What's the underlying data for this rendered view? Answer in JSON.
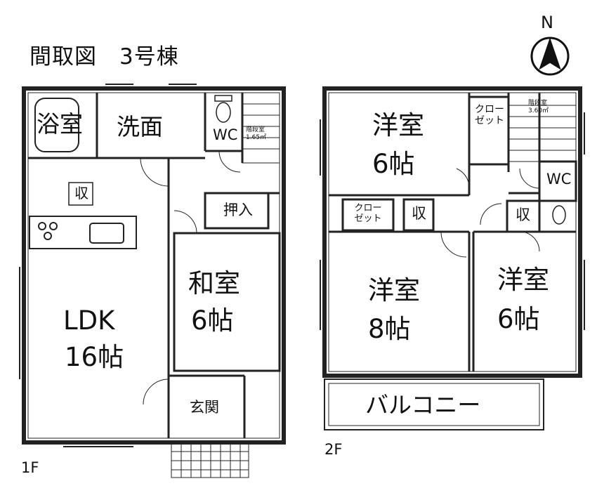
{
  "title": "間取図　3号棟",
  "compass": {
    "label": "N",
    "icon": "north-arrow-icon"
  },
  "floor1": {
    "label": "1F",
    "rooms": {
      "bath": "浴室",
      "washroom": "洗面",
      "wc": "WC",
      "stairs_storage": "階段室\n1.65㎡",
      "kitchen_storage": "収",
      "oshiire": "押入",
      "washitsu_name": "和室",
      "washitsu_size": "6帖",
      "ldk_name": "LDK",
      "ldk_size": "16帖",
      "genkan": "玄関"
    }
  },
  "floor2": {
    "label": "2F",
    "rooms": {
      "youshitsu_a_name": "洋室",
      "youshitsu_a_size": "6帖",
      "closet_a": "クロー\nゼット",
      "stairs_storage": "階段室\n3.60㎡",
      "wc": "WC",
      "closet_b": "クロー\nゼット",
      "storage_b": "収",
      "storage_c": "収",
      "youshitsu_b_name": "洋室",
      "youshitsu_b_size": "8帖",
      "youshitsu_c_name": "洋室",
      "youshitsu_c_size": "6帖",
      "balcony": "バルコニー"
    }
  }
}
